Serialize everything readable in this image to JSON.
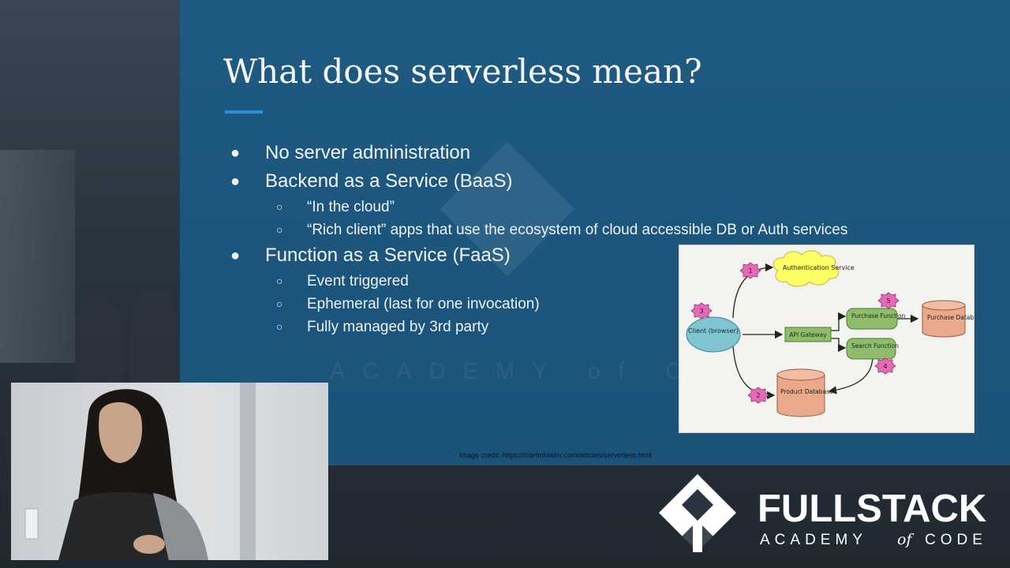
{
  "slide": {
    "title": "What does serverless mean?",
    "bullets": [
      {
        "text": "No server administration",
        "sub": []
      },
      {
        "text": "Backend as a Service (BaaS)",
        "sub": [
          " “In the cloud”",
          "“Rich client” apps that use the ecosystem of cloud accessible DB or Auth services"
        ]
      },
      {
        "text": "Function as a Service (FaaS)",
        "sub": [
          "Event triggered",
          "Ephemeral (last for one invocation)",
          "Fully managed by 3rd party"
        ]
      }
    ],
    "bullet_glyph": "●",
    "sub_bullet_glyph": "○",
    "watermark_text": "ACADEMY of CODE",
    "image_credit": "Image credit: https://martinfowler.com/articles/serverless.html"
  },
  "diagram": {
    "nodes": {
      "auth": "Authentication Service",
      "client": "Client (browser)",
      "gateway": "API Gateway",
      "purchase_fn": "Purchase Function",
      "search_fn": "Search Function",
      "purchase_db": "Purchase Database",
      "product_db": "Product Database"
    },
    "step_badges": [
      "1",
      "2",
      "3",
      "4",
      "5"
    ]
  },
  "brand": {
    "name": "FULLSTACK",
    "tagline_left": "ACADEMY",
    "tagline_of": "of",
    "tagline_right": "CODE"
  },
  "colors": {
    "slide_bg": "#1e5a82",
    "accent_rule": "#2f8fd6",
    "cloud": "#ffff66",
    "client": "#7fc4d1",
    "function_box": "#8fbc6a",
    "database": "#e9a98a",
    "badge": "#e36bb5"
  }
}
